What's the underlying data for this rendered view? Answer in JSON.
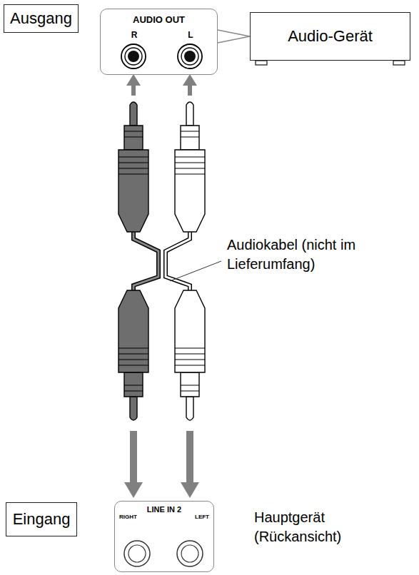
{
  "diagram": {
    "nodes": [
      {
        "text": [
          "Ausgang"
        ]
      },
      {
        "text": [
          "AUDIO OUT",
          "R",
          "L"
        ]
      },
      {
        "text": [
          "Audio-Gerät"
        ]
      },
      {
        "text": [
          "Eingang"
        ]
      },
      {
        "text": [
          "LINE IN 2",
          "RIGHT",
          "LEFT"
        ]
      }
    ],
    "edges": [
      {
        "from": 1,
        "to": 2,
        "arrow": "none"
      }
    ],
    "labels": [
      "Audiokabel (nicht im Lieferumfang)",
      "Hauptgerät (Rückansicht)"
    ]
  }
}
